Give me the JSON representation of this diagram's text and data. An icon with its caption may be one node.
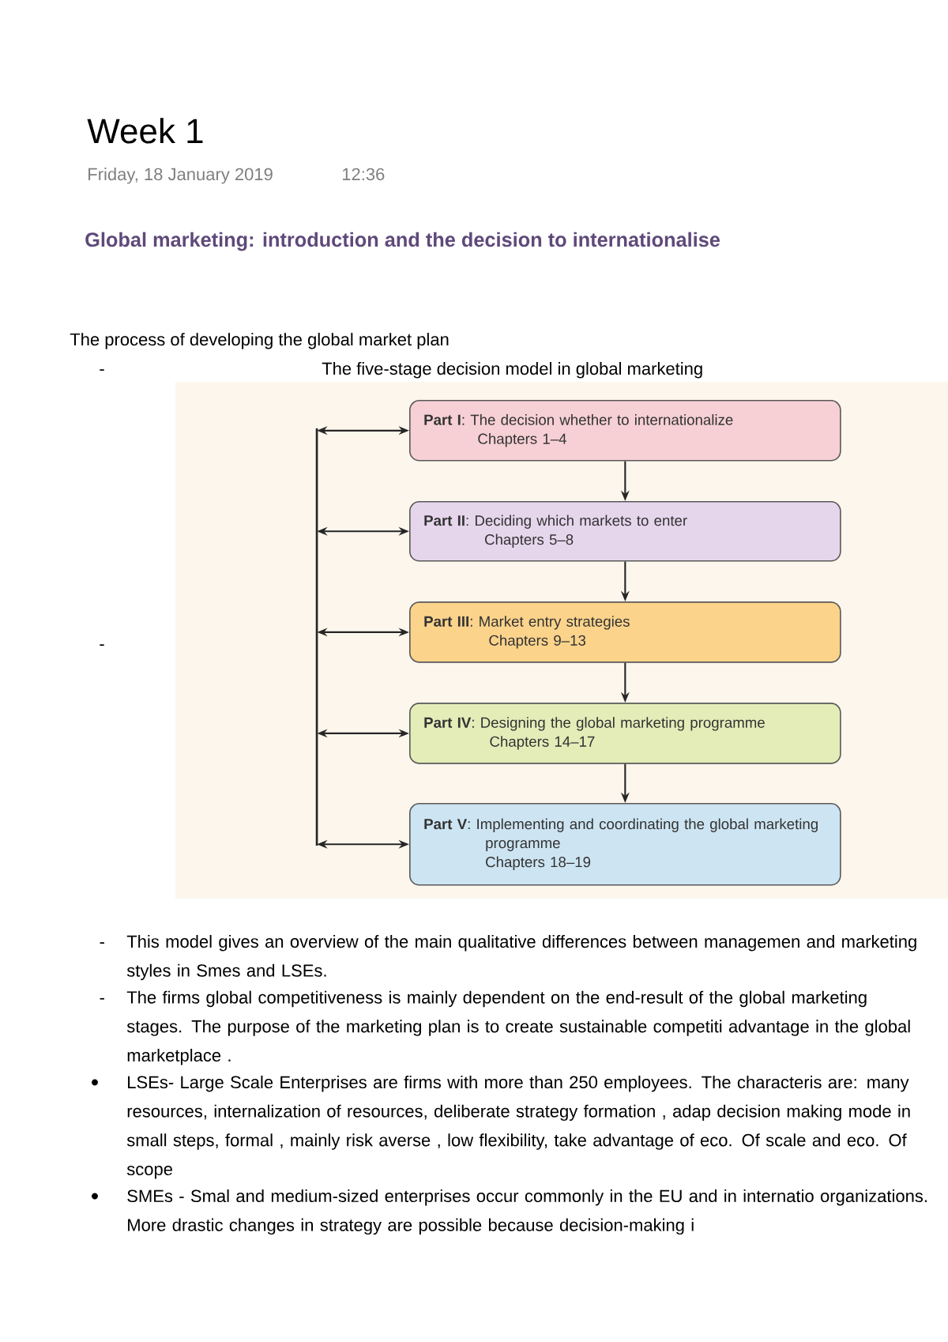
{
  "diagram": {
    "title": "Week 1",
    "nodes": [
      {
        "text": [
          "**Part I**: The decision whether to internationalize",
          "Chapters 1–4"
        ]
      },
      {
        "text": [
          "**Part II**: Deciding which markets to enter",
          "Chapters 5–8"
        ]
      },
      {
        "text": [
          "**Part III**: Market entry strategies",
          "Chapters 9–13"
        ]
      },
      {
        "text": [
          "**Part IV**: Designing the global marketing programme",
          "Chapters 14–17"
        ]
      },
      {
        "text": [
          "**Part V**: Implementing and coordinating the global marketing programme",
          "Chapters 18–19"
        ]
      },
      {
        "text": [],
        "shape": "bar"
      }
    ],
    "edges": [
      {
        "from": 0,
        "to": 1,
        "arrow": "to"
      },
      {
        "from": 1,
        "to": 2,
        "arrow": "to"
      },
      {
        "from": 2,
        "to": 3,
        "arrow": "to"
      },
      {
        "from": 3,
        "to": 4,
        "arrow": "to"
      },
      {
        "from": 5,
        "to": 0,
        "arrow": "both"
      },
      {
        "from": 5,
        "to": 1,
        "arrow": "both"
      },
      {
        "from": 5,
        "to": 2,
        "arrow": "both"
      },
      {
        "from": 5,
        "to": 3,
        "arrow": "both"
      },
      {
        "from": 5,
        "to": 4,
        "arrow": "both"
      }
    ],
    "labels": [
      "Friday, 18 January 2019",
      "12:36",
      "Global marketing: introduction and the decision to internationalise",
      "The process of developing the global market plan",
      "-",
      "The five-stage decision model in global marketing",
      "-",
      "-",
      "This model gives an overview of the main qualitative differences between managemen and marketing styles in Smes and LSEs.",
      "-",
      "The firms global competitiveness is mainly dependent on the end-result of the global marketing stages. The purpose of the marketing plan is to create sustainable competiti advantage in the global marketplace .",
      "LSEs- Large Scale Enterprises are firms with more than 250 employees. The characteris are: many resources, internalization of resources, deliberate strategy formation , adap decision making mode in small steps, formal , mainly risk averse , low flexibility, take advantage of eco. Of scale and eco. Of scope",
      "SMEs - Smal and medium-sized enterprises occur commonly in the EU and in internatio organizations. More drastic changes in strategy are possible because decision-making i"
    ]
  }
}
